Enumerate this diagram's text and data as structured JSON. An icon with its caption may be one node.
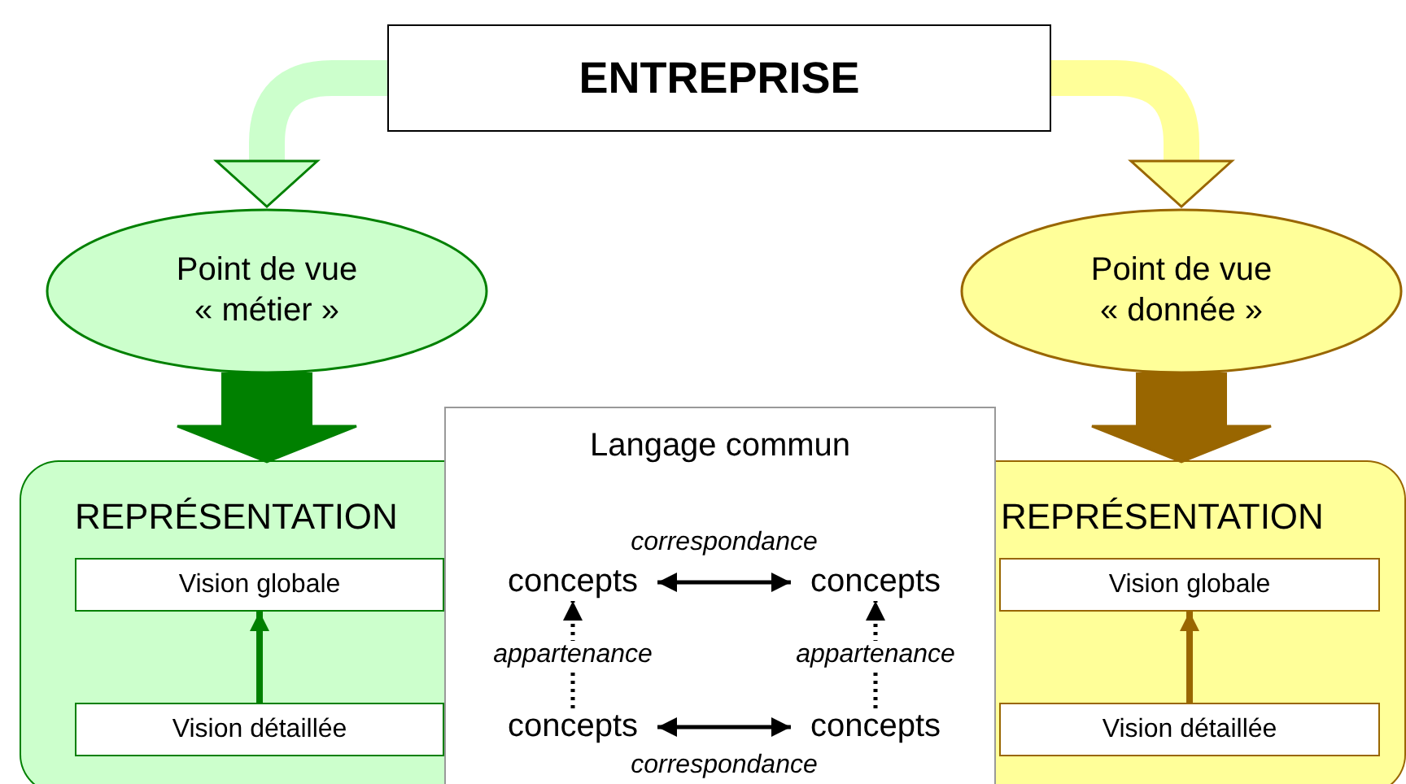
{
  "diagram": {
    "nodes": [
      {
        "text": [
          "ENTREPRISE"
        ]
      },
      {
        "text": [
          "Point de vue « métier »"
        ]
      },
      {
        "text": [
          "Point de vue « donnée »"
        ]
      },
      {
        "text": [
          "REPRÉSENTATION"
        ]
      },
      {
        "text": [
          "Vision globale"
        ],
        "in": 3
      },
      {
        "text": [
          "Vision détaillée"
        ],
        "in": 3
      },
      {
        "text": [
          "REPRÉSENTATION"
        ]
      },
      {
        "text": [
          "Vision globale"
        ],
        "in": 6
      },
      {
        "text": [
          "Vision détaillée"
        ],
        "in": 6
      },
      {
        "text": [
          "Langage commun"
        ]
      },
      {
        "text": [
          "concepts"
        ],
        "in": 9
      },
      {
        "text": [
          "concepts"
        ],
        "in": 9
      },
      {
        "text": [
          "concepts"
        ],
        "in": 9
      },
      {
        "text": [
          "concepts"
        ],
        "in": 9
      }
    ],
    "edges": [
      {
        "from": 0,
        "to": 1,
        "arrow": "to",
        "style": "thick",
        "color": "#ccffcc"
      },
      {
        "from": 0,
        "to": 2,
        "arrow": "to",
        "style": "thick",
        "color": "#ffff99"
      },
      {
        "from": 1,
        "to": 3,
        "arrow": "to",
        "style": "thick",
        "color": "#008000"
      },
      {
        "from": 2,
        "to": 6,
        "arrow": "to",
        "style": "thick",
        "color": "#996600"
      },
      {
        "from": 5,
        "to": 4,
        "arrow": "to",
        "color": "#008000"
      },
      {
        "from": 8,
        "to": 7,
        "arrow": "to",
        "color": "#996600"
      },
      {
        "from": 10,
        "to": 11,
        "arrow": "both",
        "label": "correspondance"
      },
      {
        "from": 12,
        "to": 10,
        "arrow": "to",
        "label": "appartenance",
        "style": "dashed"
      },
      {
        "from": 13,
        "to": 11,
        "arrow": "to",
        "label": "appartenance",
        "style": "dashed"
      },
      {
        "from": 12,
        "to": 13,
        "arrow": "both",
        "label": "correspondance"
      }
    ]
  }
}
